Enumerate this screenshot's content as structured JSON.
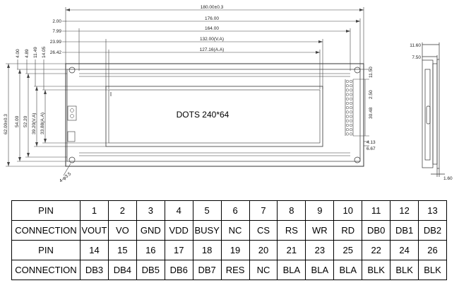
{
  "drawing": {
    "display_label": "DOTS 240*64",
    "top_dims": {
      "overall": "180.00±0.3",
      "d176": "176.00",
      "d164": "164.00",
      "d132": "132.00(V.A)",
      "d127": "127.16(A.A)",
      "off200": "2.00",
      "off799": "7.99",
      "off2399": "23.99",
      "off2642": "26.42"
    },
    "left_dims": {
      "d400": "4.00",
      "d489": "4.89",
      "d1149": "11.49",
      "d1405": "14.05",
      "d62": "62.00±0.3",
      "d54": "54.00",
      "d522": "52.20",
      "d392": "39.20(V.A)",
      "d3388": "33.88(A.A)"
    },
    "right_dims": {
      "d1150": "11.50",
      "d250": "2.50",
      "d3048": "30.48",
      "d413": "4.13",
      "d667": "6.67"
    },
    "side_dims": {
      "d1160": "11.60",
      "d750": "7.50",
      "d160": "1.60"
    },
    "hole_label": "4-φ3.5"
  },
  "pin_table": {
    "rows": [
      {
        "label": "PIN",
        "cells": [
          "1",
          "2",
          "3",
          "4",
          "5",
          "6",
          "7",
          "8",
          "9",
          "10",
          "11",
          "12",
          "13"
        ]
      },
      {
        "label": "CONNECTION",
        "cells": [
          "VOUT",
          "VO",
          "GND",
          "VDD",
          "BUSY",
          "NC",
          "CS",
          "RS",
          "WR",
          "RD",
          "DB0",
          "DB1",
          "DB2"
        ]
      },
      {
        "label": "PIN",
        "cells": [
          "14",
          "15",
          "16",
          "17",
          "18",
          "19",
          "20",
          "21",
          "23",
          "25",
          "22",
          "24",
          "26"
        ]
      },
      {
        "label": "CONNECTION",
        "cells": [
          "DB3",
          "DB4",
          "DB5",
          "DB6",
          "DB7",
          "RES",
          "NC",
          "BLA",
          "BLA",
          "BLA",
          "BLK",
          "BLK",
          "BLK"
        ]
      }
    ]
  }
}
